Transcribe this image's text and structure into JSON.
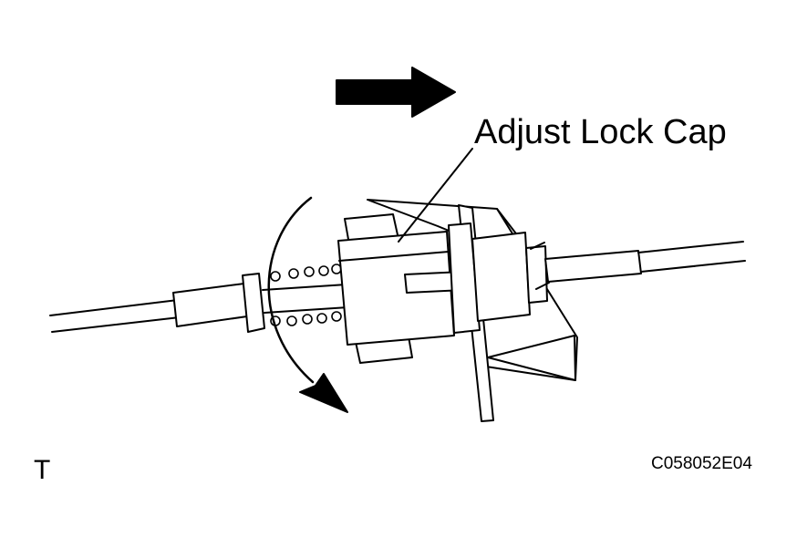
{
  "diagram": {
    "callout_label": "Adjust Lock Cap",
    "corner_mark": "T",
    "figure_code": "C058052E04"
  },
  "colors": {
    "line": "#000000",
    "fill": "#ffffff"
  }
}
